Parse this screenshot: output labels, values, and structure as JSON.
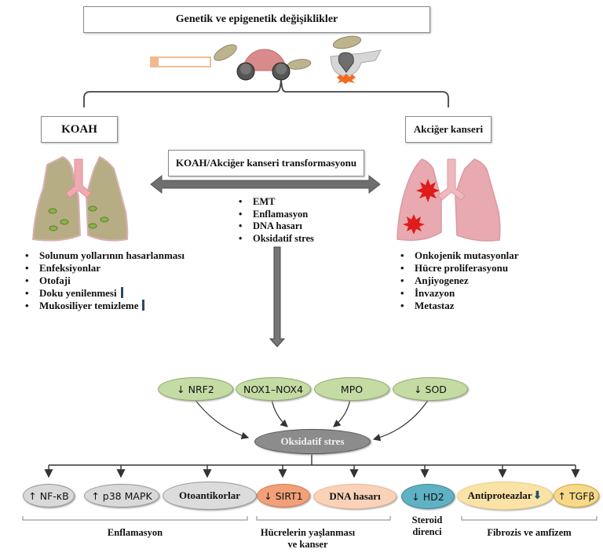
{
  "top": {
    "title": "Genetik ve epigenetik değişiklikler",
    "risk_icons": [
      "cigarette-icon",
      "smoke-particles-icon",
      "vehicle-exhaust-icon",
      "industrial-grinder-icon"
    ]
  },
  "left": {
    "title": "KOAH",
    "items": [
      {
        "text": "Solunum yollarının hasarlanması",
        "decrease": false
      },
      {
        "text": "Enfeksiyonlar",
        "decrease": false
      },
      {
        "text": "Otofaji",
        "decrease": false
      },
      {
        "text": "Doku yenilenmesi",
        "decrease": true
      },
      {
        "text": "Mukosiliyer temizleme",
        "decrease": true
      }
    ]
  },
  "right": {
    "title": "Akciğer kanseri",
    "items": [
      "Onkojenik mutasyonlar",
      "Hücre proliferasyonu",
      "Anjiyogenez",
      "İnvazyon",
      "Metastaz"
    ]
  },
  "center": {
    "title": "KOAH/Akciğer kanseri transformasyonu",
    "items": [
      "EMT",
      "Enflamasyon",
      "DNA hasarı",
      "Oksidatif stres"
    ]
  },
  "sources": [
    {
      "label": "↓ NRF2"
    },
    {
      "label": "NOX1–NOX4"
    },
    {
      "label": "MPO"
    },
    {
      "label": "↓ SOD"
    }
  ],
  "hub": {
    "label": "Oksidatif stres"
  },
  "effects": [
    {
      "label": "↑ NF-κB",
      "color": "#d9d9d9",
      "font": "sans"
    },
    {
      "label": "↑ p38 MAPK",
      "color": "#d9d9d9",
      "font": "sans"
    },
    {
      "label": "Otoantikorlar",
      "color": "#dcdcdc",
      "font": "serif"
    },
    {
      "label": "↓ SIRT1",
      "color": "#f2a07a",
      "font": "sans"
    },
    {
      "label": "DNA hasarı",
      "color": "#f9d2b8",
      "font": "serif"
    },
    {
      "label": "↓ HD2",
      "color": "#5fb1c4",
      "font": "sans"
    },
    {
      "label": "Antiproteazlar",
      "color": "#fbe2a6",
      "font": "serif",
      "decrease": true
    },
    {
      "label": "↑ TGFβ",
      "color": "#f8d98a",
      "font": "sans"
    }
  ],
  "groups": [
    {
      "label": "Enflamasyon"
    },
    {
      "label": "Hücrelerin yaşlanması ve kanser"
    },
    {
      "label": "Steroid direnci"
    },
    {
      "label": "Fibrozis ve amfizem"
    }
  ],
  "colors": {
    "arrow_gray": "#6e6e6e",
    "source_green": "#c5dba4",
    "hub_gray": "#8c8c8c",
    "koah_lung": "#b6ad85",
    "cancer_lung": "#e8aab0",
    "tumor_red": "#e01b1b"
  }
}
